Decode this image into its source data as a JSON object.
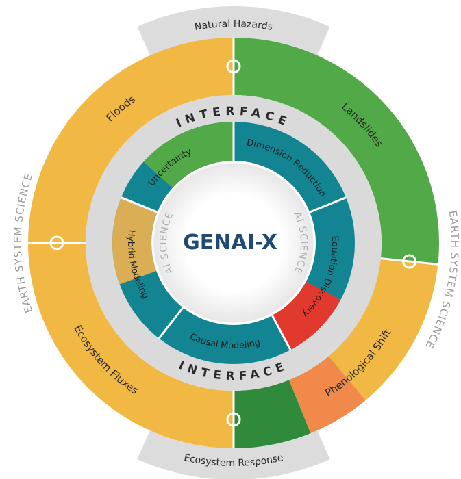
{
  "title": "GENAI-X",
  "tabs": {
    "top": "Natural Hazards",
    "bottom": "Ecosystem Response"
  },
  "outer_side_labels": {
    "left": "EARTH SYSTEM SCIENCE",
    "right": "EARTH SYSTEM SCIENCE"
  },
  "outer_ring": [
    "Floods",
    "Landslides",
    "Phenological Shift",
    "Ecosystem Fluxes"
  ],
  "interface": {
    "top": "INTERFACE",
    "bottom": "INTERFACE"
  },
  "inner_ring": [
    "Uncertainty",
    "Dimension Reduction",
    "Equation Discovery",
    "Causal Modeling",
    "Hybrid Modeling"
  ],
  "ai_science": {
    "left": "AI SCIENCE",
    "right": "AI SCIENCE"
  },
  "colors": {
    "yellow": "#F2B844",
    "green": "#52A947",
    "dark_green": "#2F8A3C",
    "orange": "#F0894A",
    "teal": "#138592",
    "red": "#E2392E",
    "muted_yellow": "#D9AE55",
    "gray": "#DADADA",
    "title": "#1F4A74"
  }
}
